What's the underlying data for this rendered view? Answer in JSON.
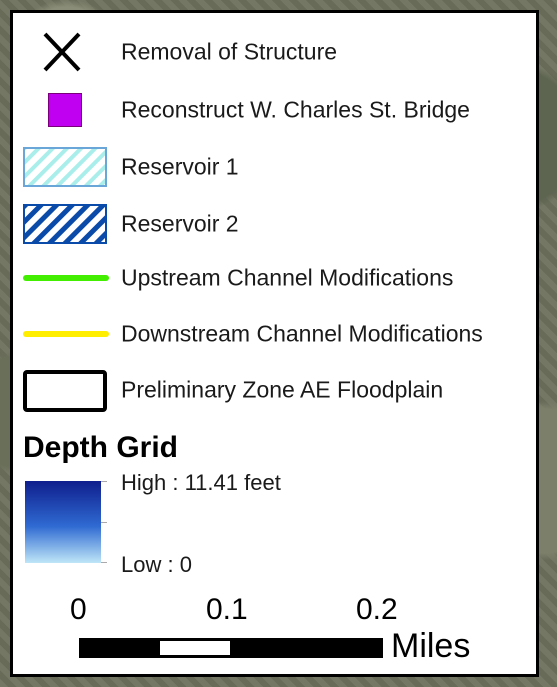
{
  "legend": {
    "items": [
      {
        "label": "Removal of Structure",
        "symbol": "x-mark-icon"
      },
      {
        "label": "Reconstruct W. Charles St. Bridge",
        "symbol": "purple-square",
        "color": "#c000f0"
      },
      {
        "label": "Reservoir 1",
        "symbol": "light-hatch",
        "color": "#7fe3e3"
      },
      {
        "label": "Reservoir 2",
        "symbol": "dark-hatch",
        "color": "#0a4aa8"
      },
      {
        "label": "Upstream Channel Modifications",
        "symbol": "green-line",
        "color": "#44ee00"
      },
      {
        "label": "Downstream Channel Modifications",
        "symbol": "yellow-line",
        "color": "#ffee00"
      },
      {
        "label": "Preliminary Zone AE Floodplain",
        "symbol": "black-outline",
        "color": "#000000"
      }
    ],
    "depth_grid": {
      "title": "Depth Grid",
      "high": "High : 11.41 feet",
      "low": "Low : 0",
      "colors": [
        "#0f1e8c",
        "#2f6ad2",
        "#bfe6f7"
      ]
    },
    "scale_bar": {
      "ticks": [
        "0",
        "0.1",
        "0.2"
      ],
      "units": "Miles"
    }
  }
}
